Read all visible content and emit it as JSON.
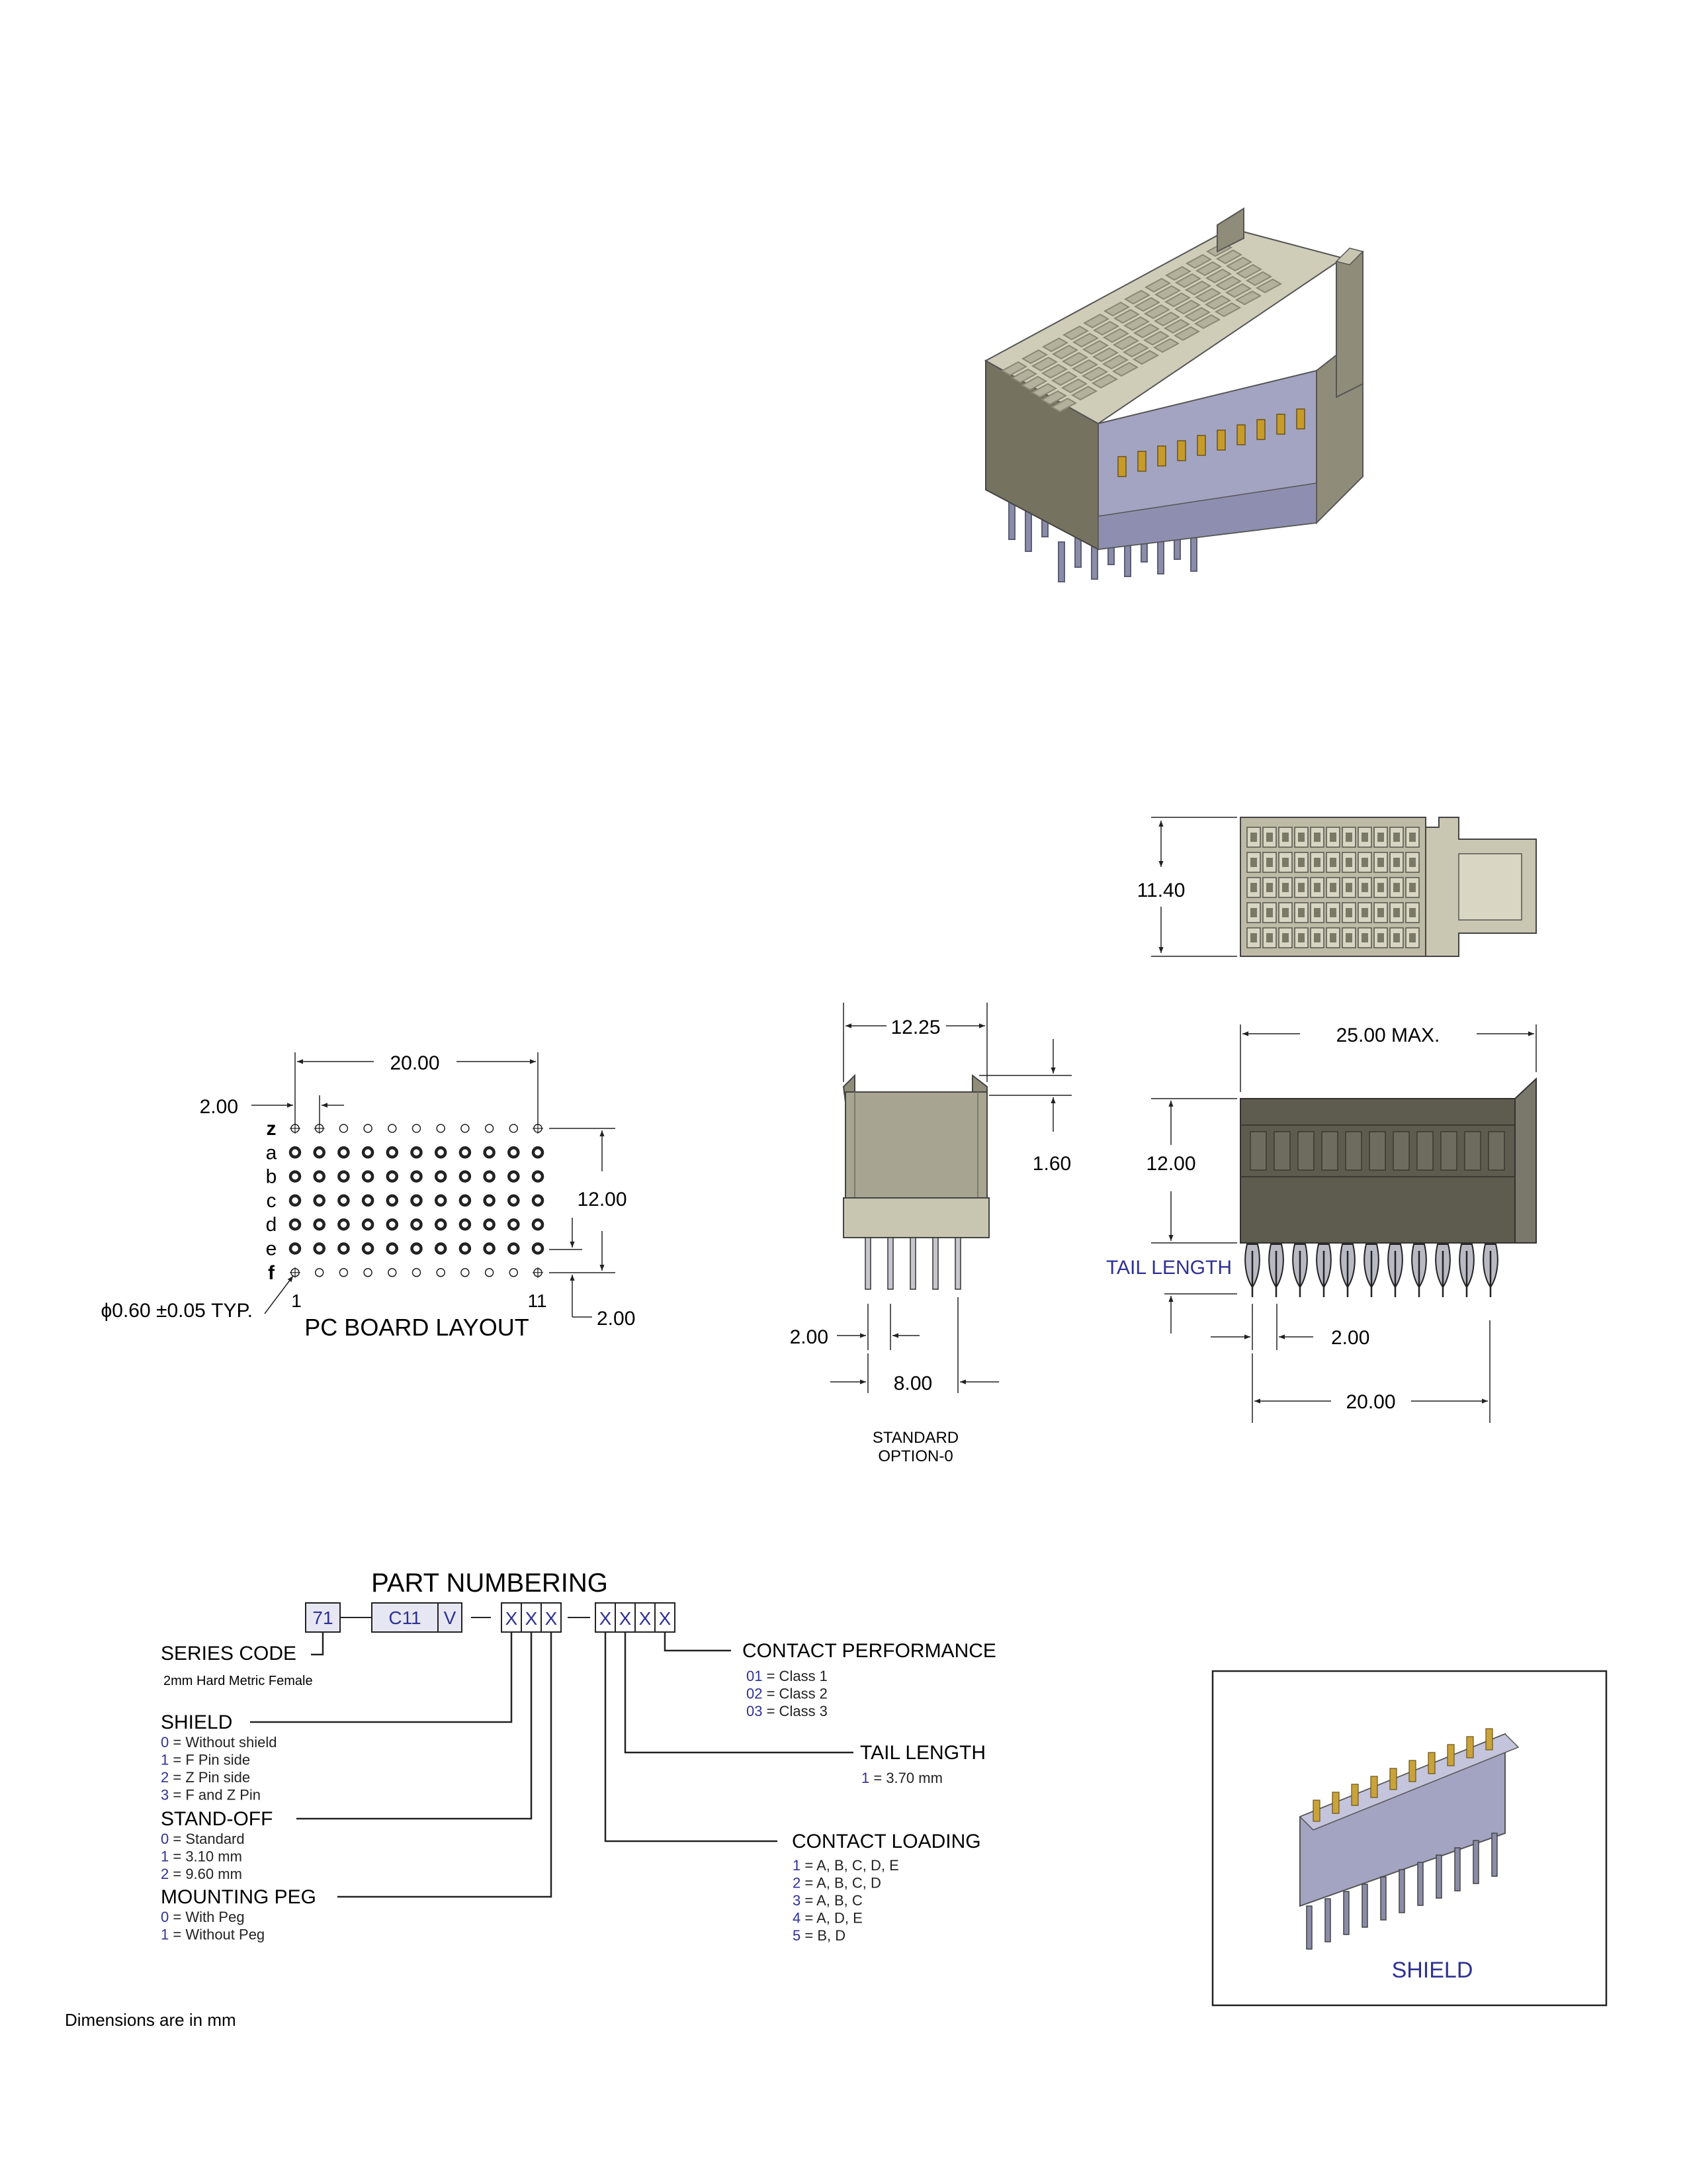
{
  "board_layout": {
    "dim_width": "20.00",
    "dim_pitch": "2.00",
    "dim_height": "12.00",
    "dim_bottom": "2.00",
    "hole_note": "ϕ0.60 ±0.05 TYP.",
    "rows": [
      "z",
      "a",
      "b",
      "c",
      "d",
      "e",
      "f"
    ],
    "col_first": "1",
    "col_last": "11",
    "title": "PC BOARD LAYOUT"
  },
  "side_view": {
    "dim_width": "12.25",
    "dim_top": "1.60",
    "dim_pitch": "2.00",
    "dim_tails": "8.00",
    "caption_line1": "STANDARD",
    "caption_line2": "OPTION-0"
  },
  "top_view": {
    "dim_height": "11.40"
  },
  "front_view": {
    "dim_length": "25.00 MAX.",
    "dim_height": "12.00",
    "tail_label": "TAIL LENGTH",
    "dim_pitch": "2.00",
    "dim_span": "20.00"
  },
  "part_numbering": {
    "title": "PART NUMBERING",
    "boxes": [
      "71",
      "C11",
      "V",
      "X",
      "X",
      "X",
      "X",
      "X",
      "X",
      "X"
    ],
    "series": {
      "label": "SERIES CODE",
      "desc": "2mm Hard Metric Female"
    },
    "shield": {
      "label": "SHIELD",
      "options": [
        {
          "code": "0",
          "text": " = Without shield"
        },
        {
          "code": "1",
          "text": " =  F Pin side"
        },
        {
          "code": "2",
          "text": " =  Z Pin side"
        },
        {
          "code": "3",
          "text": " =  F and Z Pin"
        }
      ]
    },
    "standoff": {
      "label": "STAND-OFF",
      "options": [
        {
          "code": "0",
          "text": " = Standard"
        },
        {
          "code": "1",
          "text": " = 3.10 mm"
        },
        {
          "code": "2",
          "text": " = 9.60 mm"
        }
      ]
    },
    "peg": {
      "label": "MOUNTING PEG",
      "options": [
        {
          "code": "0",
          "text": " = With Peg"
        },
        {
          "code": "1",
          "text": " = Without  Peg"
        }
      ]
    },
    "performance": {
      "label": "CONTACT PERFORMANCE",
      "options": [
        {
          "code": "01",
          "text": " = Class 1"
        },
        {
          "code": "02",
          "text": " = Class 2"
        },
        {
          "code": "03",
          "text": " = Class 3"
        }
      ]
    },
    "tail": {
      "label": "TAIL LENGTH",
      "options": [
        {
          "code": "1",
          "text": " = 3.70 mm"
        }
      ]
    },
    "loading": {
      "label": "CONTACT LOADING",
      "options": [
        {
          "code": "1",
          "text": " = A, B, C, D, E"
        },
        {
          "code": "2",
          "text": " = A, B, C, D"
        },
        {
          "code": "3",
          "text": " = A, B, C"
        },
        {
          "code": "4",
          "text": " = A, D, E"
        },
        {
          "code": "5",
          "text": " = B, D"
        }
      ]
    }
  },
  "shield_panel": {
    "label": "SHIELD"
  },
  "footer": {
    "note": "Dimensions are in mm"
  },
  "colors": {
    "accent": "#2e3192",
    "housing": "#a7a592",
    "housing_dark": "#5f5e52",
    "box_fill": "#e6e7f2"
  }
}
